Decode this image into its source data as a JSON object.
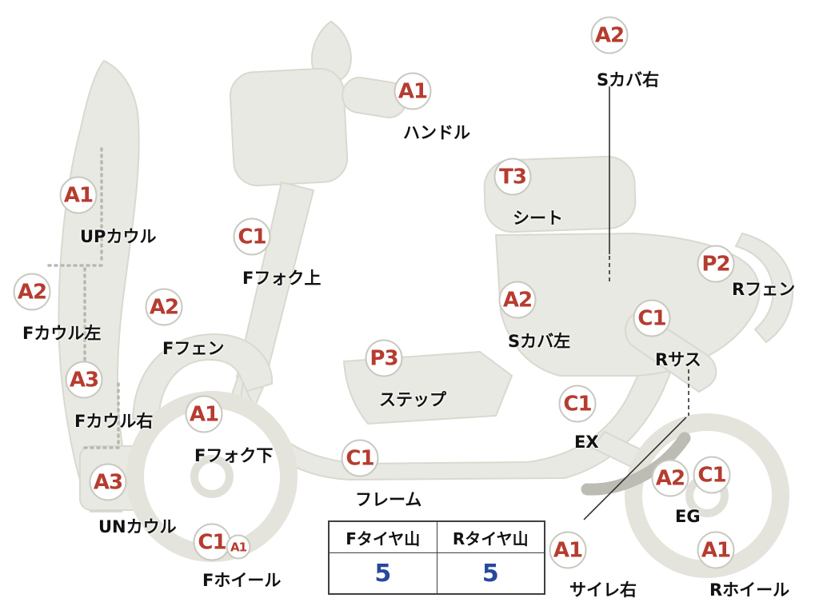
{
  "diagram": {
    "description": "Scooter exterior condition map",
    "colors": {
      "code_red": "#b63c30",
      "value_blue": "#27489c"
    },
    "markers": [
      {
        "code": "A2",
        "label": "Sカバ右"
      },
      {
        "code": "A1",
        "label": "ハンドル"
      },
      {
        "code": "A1",
        "label": "UPカウル"
      },
      {
        "code": "T3",
        "label": "シート"
      },
      {
        "code": "C1",
        "label": "Fフォク上"
      },
      {
        "code": "A2",
        "label": "Fカウル左"
      },
      {
        "code": "A2",
        "label": "Fフェン"
      },
      {
        "code": "A2",
        "label": "Sカバ左"
      },
      {
        "code": "P2",
        "label": "Rフェン"
      },
      {
        "code": "C1",
        "label": "Rサス"
      },
      {
        "code": "A3",
        "label": "Fカウル右"
      },
      {
        "code": "P3",
        "label": "ステップ"
      },
      {
        "code": "A1",
        "label": "Fフォク下"
      },
      {
        "code": "C1",
        "label": "EX"
      },
      {
        "code": "A3",
        "label": "UNカウル"
      },
      {
        "code": "C1",
        "label": "フレーム"
      },
      {
        "code": "A2",
        "label": "EG"
      },
      {
        "code": "C1",
        "label": ""
      },
      {
        "code": "C1",
        "label": "Fホイール"
      },
      {
        "code": "A1",
        "label": ""
      },
      {
        "code": "A1",
        "label": "サイレ右"
      },
      {
        "code": "A1",
        "label": "Rホイール"
      }
    ]
  },
  "tire_table": {
    "headers": [
      "Fタイヤ山",
      "Rタイヤ山"
    ],
    "values": [
      "5",
      "5"
    ]
  }
}
